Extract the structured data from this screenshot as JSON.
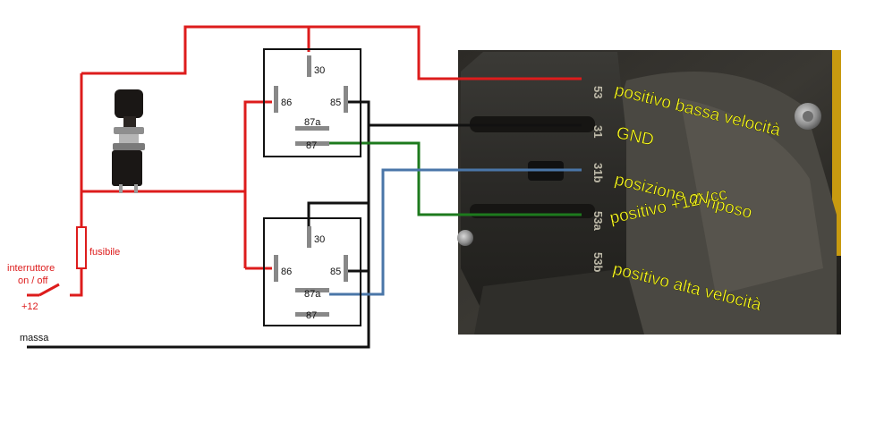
{
  "colors": {
    "positive": "#dd1c1c",
    "ground": "#111111",
    "blue_wire": "#4a76a8",
    "green_wire": "#1d7a1d",
    "relay_pin": "#888888",
    "photo_label": "#ffff26",
    "left_label": "#dd1c1c"
  },
  "left_labels": {
    "switch_line1": "interruttore",
    "switch_line2": "on / off",
    "supply": "+12",
    "fuse": "fusibile",
    "ground": "massa"
  },
  "relay_top": {
    "pin30": "30",
    "pin86": "86",
    "pin85": "85",
    "pin87a": "87a",
    "pin87": "87"
  },
  "relay_bottom": {
    "pin30": "30",
    "pin86": "86",
    "pin85": "85",
    "pin87a": "87a",
    "pin87": "87"
  },
  "connector_pins": [
    "53",
    "31",
    "31b",
    "53a",
    "53b"
  ],
  "connector_labels": [
    "positivo bassa velocità",
    "GND",
    "posizione di riposo",
    "positivo +12Vcc",
    "positivo alta velocità"
  ],
  "icons": {
    "pushbutton": "push-button-switch-icon",
    "fuse": "fuse-icon",
    "switch": "toggle-switch-icon",
    "bolt": "bolt-icon"
  }
}
